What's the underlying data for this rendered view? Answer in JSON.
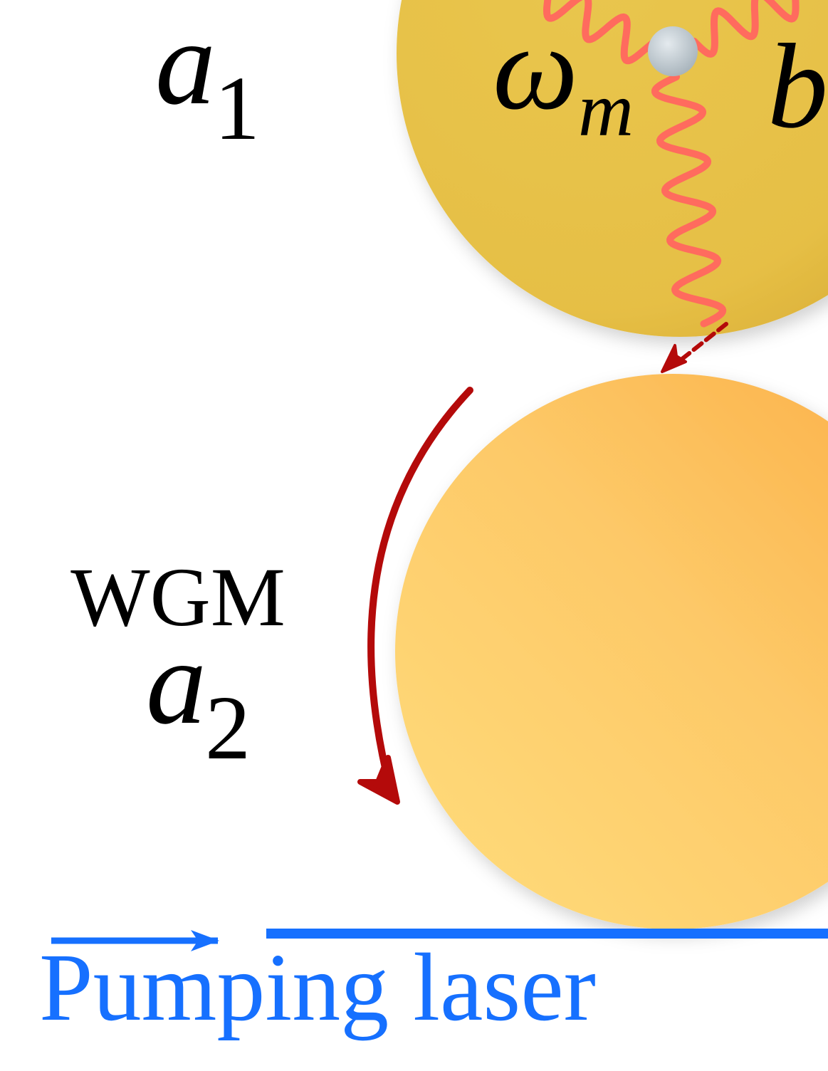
{
  "top_resonator": {
    "mode_label_word": "WGM",
    "mode_label_symbol": "a",
    "mode_label_subscript": "1",
    "mechanical_frequency_symbol": "ω",
    "mechanical_frequency_subscript": "m",
    "mechanical_mode_symbol": "b"
  },
  "bottom_resonator": {
    "mode_label_word": "WGM",
    "mode_label_symbol": "a",
    "mode_label_subscript": "2"
  },
  "pump": {
    "label": "Pumping laser"
  },
  "colors": {
    "top_resonator": "#e8c24a",
    "bottom_resonator": "#fdc568",
    "phonon_wave": "#ff6b5e",
    "circulation_arrow": "#b40a0a",
    "pump_laser": "#1670ff",
    "particle": "#b9c4cc",
    "text": "#000000"
  }
}
